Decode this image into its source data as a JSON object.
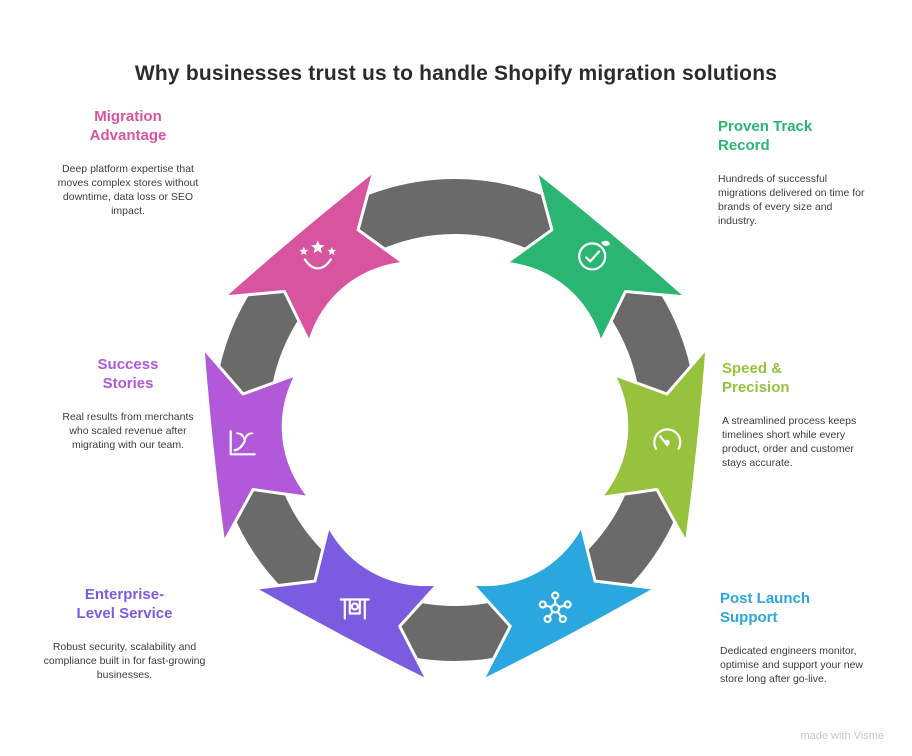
{
  "title": "Why businesses trust us to handle Shopify migration solutions",
  "watermark": "made with Visme",
  "colors": {
    "ring": "#6a6a6a",
    "icon_stroke": "#ffffff"
  },
  "segments": [
    {
      "id": "migration-advantage",
      "heading": "Migration Advantage",
      "heading_lines": [
        "Migration",
        "Advantage"
      ],
      "color": "#d9549e",
      "icon": "team-stars-icon",
      "body": "Deep platform expertise that moves complex stores without downtime, data loss or SEO impact."
    },
    {
      "id": "proven-track-record",
      "heading": "Proven Track Record",
      "heading_lines": [
        "Proven Track",
        "Record"
      ],
      "color": "#2bb573",
      "icon": "target-check-icon",
      "body": "Hundreds of successful migrations delivered on time for brands of every size and industry."
    },
    {
      "id": "speed-precision",
      "heading": "Speed & Precision",
      "heading_lines": [
        "Speed &",
        "Precision"
      ],
      "color": "#97c23d",
      "icon": "speedometer-icon",
      "body": "A streamlined process keeps timelines short while every product, order and customer stays accurate."
    },
    {
      "id": "post-launch-support",
      "heading": "Post Launch Support",
      "heading_lines": [
        "Post Launch",
        "Support"
      ],
      "color": "#2aa7de",
      "icon": "network-icon",
      "body": "Dedicated engineers monitor, optimise and support your new store long after go-live."
    },
    {
      "id": "enterprise-level-service",
      "heading": "Enterprise-Level Service",
      "heading_lines": [
        "Enterprise-",
        "Level Service"
      ],
      "color": "#7a5ce0",
      "icon": "swing-icon",
      "body": "Robust security, scalability and compliance built in for fast-growing businesses."
    },
    {
      "id": "success-stories",
      "heading": "Success Stories",
      "heading_lines": [
        "Success",
        "Stories"
      ],
      "color": "#b159d8",
      "icon": "growth-icon",
      "body": "Real results from merchants who scaled revenue after migrating with our team."
    }
  ]
}
